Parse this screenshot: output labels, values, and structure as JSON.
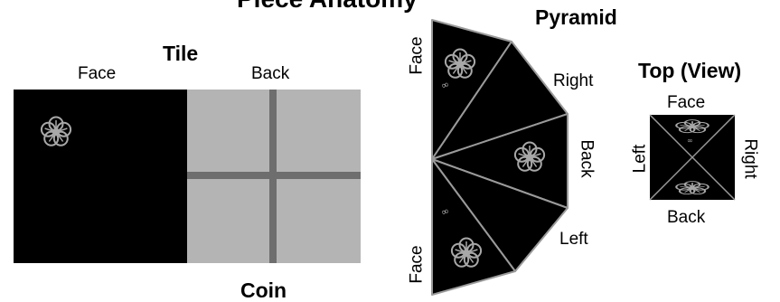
{
  "page_title": "Piece Anatomy",
  "tile": {
    "title": "Tile",
    "face_label": "Face",
    "back_label": "Back"
  },
  "coin": {
    "title": "Coin"
  },
  "pyramid": {
    "title": "Pyramid",
    "face_top_label": "Face",
    "right_label": "Right",
    "back_label": "Back",
    "left_label": "Left",
    "face_bottom_label": "Face"
  },
  "top_view": {
    "title": "Top (View)",
    "face_label": "Face",
    "left_label": "Left",
    "right_label": "Right",
    "back_label": "Back"
  },
  "colors": {
    "tile_face": "#000000",
    "tile_back": "#b4b4b4",
    "tile_cross": "#6e6e6e",
    "pyramid_fill": "#000000",
    "pyramid_edges": "#9a9a9a",
    "flower": "#a8a8a8"
  },
  "icons": [
    "flower-icon",
    "infinity-icon"
  ]
}
